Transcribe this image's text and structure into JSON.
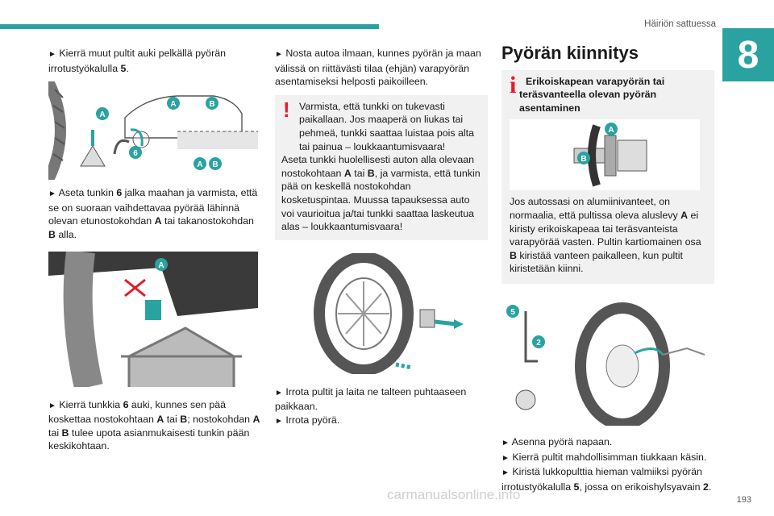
{
  "header": {
    "section_title": "Häiriön sattuessa",
    "chapter_number": "8"
  },
  "footer": {
    "page_number": "193",
    "watermark": "carmanualsonline.info"
  },
  "col1": {
    "p1_pre": "Kierrä muut pultit auki pelkällä pyörän irrotustyökalulla ",
    "p1_num": "5",
    "p1_post": ".",
    "fig1_labels": [
      "A",
      "B",
      "6",
      "A",
      "B"
    ],
    "p2_pre": "Aseta tunkin ",
    "p2_num": "6",
    "p2_mid": " jalka maahan ja varmista, että se on suoraan vaihdettavaa pyörää lähinnä olevan etunostokohdan ",
    "p2_a": "A",
    "p2_mid2": " tai takanostokohdan ",
    "p2_b": "B",
    "p2_post": " alla.",
    "fig2_label": "A",
    "p3_pre": "Kierrä tunkkia ",
    "p3_num": "6",
    "p3_mid": " auki, kunnes sen pää koskettaa nostokohtaan ",
    "p3_a": "A",
    "p3_mid2": " tai ",
    "p3_b": "B",
    "p3_mid3": "; nostokohdan ",
    "p3_a2": "A",
    "p3_mid4": " tai ",
    "p3_b2": "B",
    "p3_post": " tulee upota asianmukaisesti tunkin pään keskikohtaan."
  },
  "col2": {
    "p1": "Nosta autoa ilmaan, kunnes pyörän ja maan välissä on riittävästi tilaa (ehjän) varapyörän asentamiseksi helposti paikoilleen.",
    "warn_1": "Varmista, että tunkki on tukevasti paikallaan. Jos maaperä on liukas tai pehmeä, tunkki saattaa luistaa pois alta tai painua – loukkaantumisvaara!",
    "warn_2_pre": "Aseta tunkki huolellisesti auton alla olevaan nostokohtaan ",
    "warn_2_a": "A",
    "warn_2_mid": " tai ",
    "warn_2_b": "B",
    "warn_2_post": ", ja varmista, että tunkin pää on keskellä nostokohdan kosketuspintaa. Muussa tapauksessa auto voi vaurioitua ja/tai tunkki saattaa laskeutua alas – loukkaantumisvaara!",
    "p2": "Irrota pultit ja laita ne talteen puhtaaseen paikkaan.",
    "p3": "Irrota pyörä."
  },
  "col3": {
    "title": "Pyörän kiinnitys",
    "info_title": "Erikoiskapean varapyörän tai teräsvanteella olevan pyörän asentaminen",
    "fig_labels": [
      "A",
      "B"
    ],
    "info_pre": "Jos autossasi on alumiinivanteet, on normaalia, että pultissa oleva aluslevy ",
    "info_a": "A",
    "info_mid": " ei kiristy erikoiskapeaa tai teräsvanteista varapyörää vasten. Pultin kartiomainen osa ",
    "info_b": "B",
    "info_post": " kiristää vanteen paikalleen, kun pultit kiristetään kiinni.",
    "fig2_labels": [
      "5",
      "2"
    ],
    "p1": "Asenna pyörä napaan.",
    "p2": "Kierrä pultit mahdollisimman tiukkaan käsin.",
    "p3_pre": "Kiristä lukkopulttia hieman valmiiksi pyörän irrotustyökalulla ",
    "p3_num": "5",
    "p3_mid": ", jossa on erikoishylsyavain ",
    "p3_num2": "2",
    "p3_post": "."
  },
  "bullet": "►",
  "colors": {
    "accent": "#2aa3a0",
    "warning": "#e8182b",
    "box_bg": "#f1f1f1"
  }
}
